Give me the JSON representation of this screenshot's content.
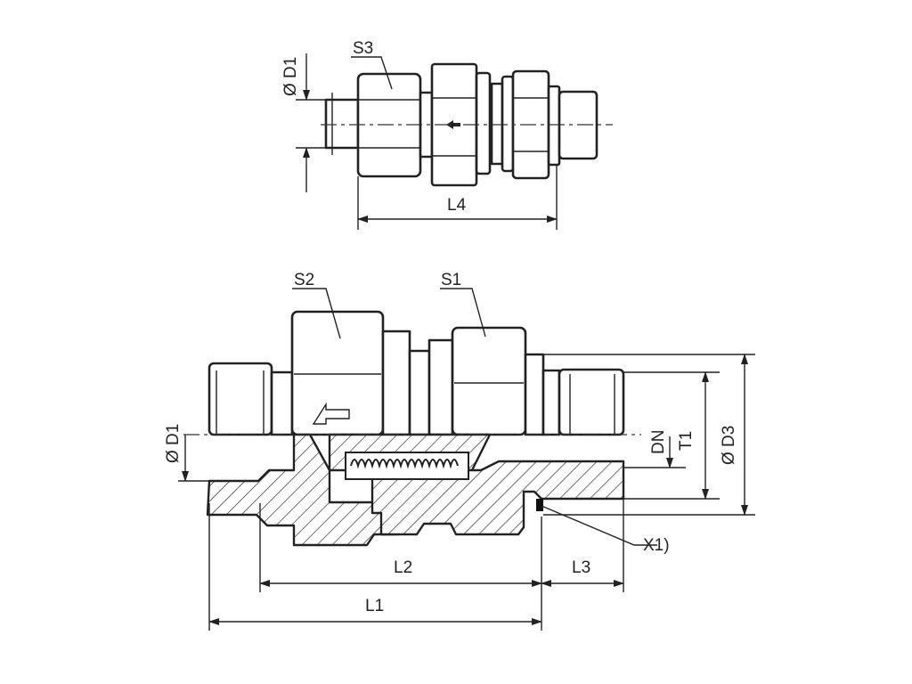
{
  "top_view": {
    "labels": {
      "s3": "S3",
      "d1": "Ø D1",
      "l4": "L4"
    }
  },
  "section_view": {
    "labels": {
      "s2": "S2",
      "s1": "S1",
      "d1": "Ø D1",
      "dn": "DN",
      "t1": "T1",
      "d3": "Ø D3",
      "x1": "X1)",
      "l1": "L1",
      "l2": "L2",
      "l3": "L3"
    }
  }
}
